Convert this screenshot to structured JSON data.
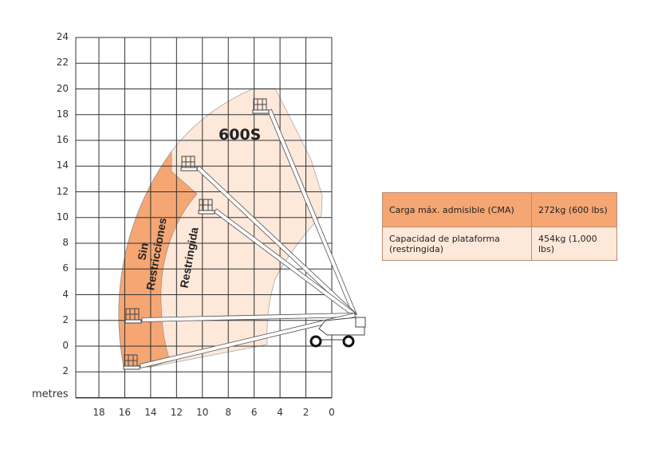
{
  "chart": {
    "model": "600S",
    "zone_unrestricted": [
      "Sin",
      "Restricciones"
    ],
    "zone_restricted": "Restringida",
    "unit_label": "metres",
    "y_ticks": [
      "24",
      "22",
      "20",
      "18",
      "16",
      "14",
      "12",
      "10",
      "8",
      "6",
      "4",
      "2",
      "0",
      "2"
    ],
    "x_ticks": [
      "18",
      "16",
      "14",
      "12",
      "10",
      "8",
      "6",
      "4",
      "2",
      "0"
    ],
    "colors": {
      "unrestricted": "#f5a673",
      "restricted": "#fde8da",
      "grid": "#333333"
    }
  },
  "table": {
    "rows": [
      {
        "label": "Carga máx. admisible (CMA)",
        "value": "272kg (600 lbs)"
      },
      {
        "label": "Capacidad de plataforma (restringida)",
        "value": "454kg (1,000 lbs)"
      }
    ]
  }
}
